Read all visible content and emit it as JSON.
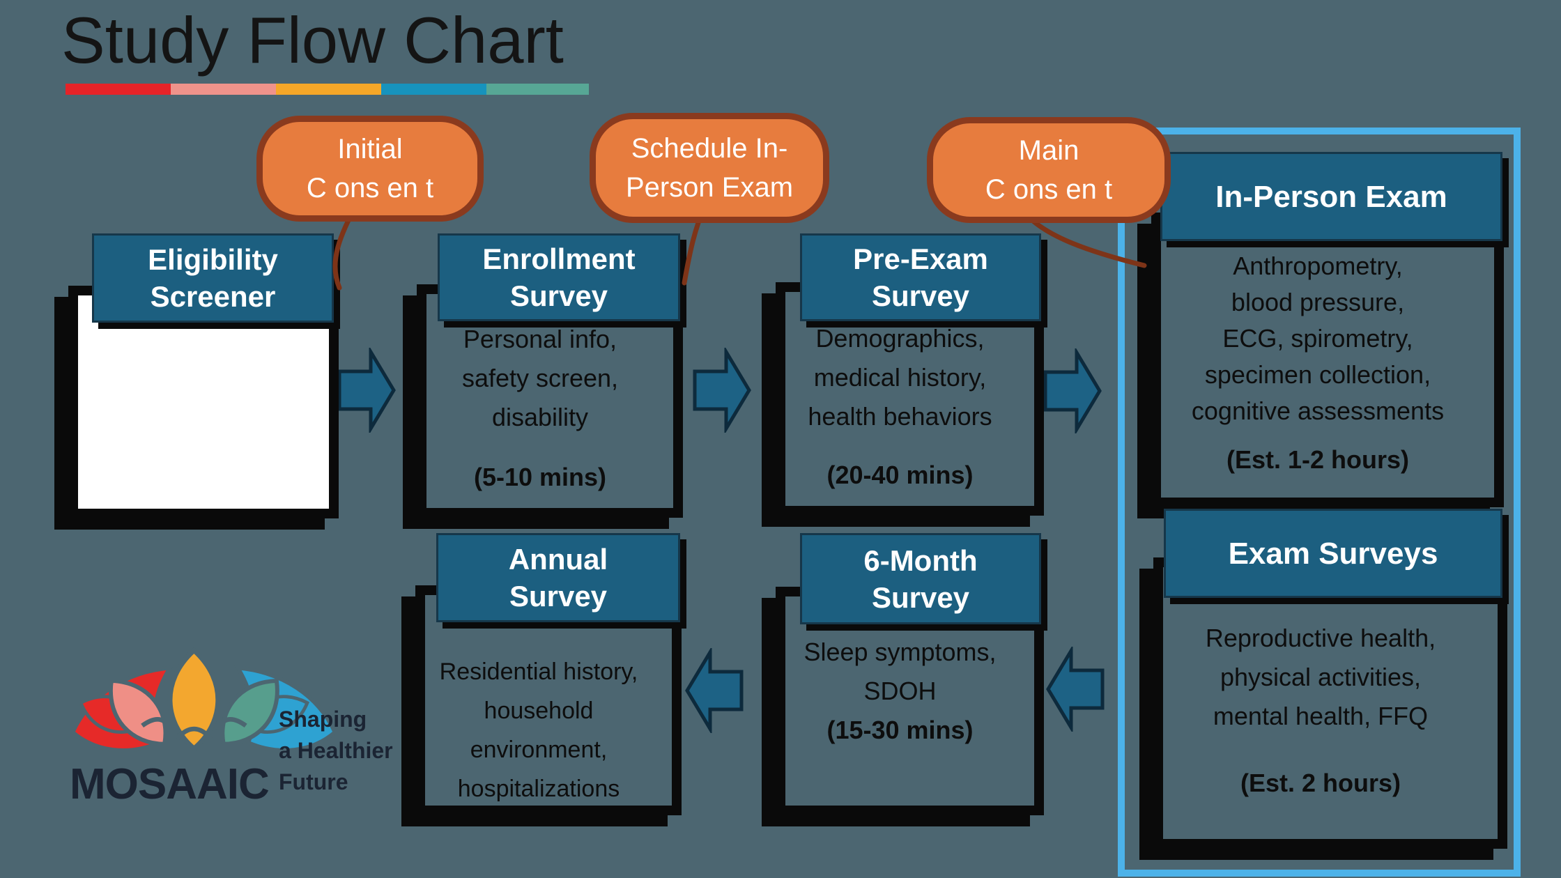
{
  "title": "Study Flow Chart",
  "title_bar_colors": [
    "#e62328",
    "#ef938b",
    "#f5a728",
    "#1793bd",
    "#57a795"
  ],
  "bubbles": {
    "initial": {
      "line1": "Initial",
      "line2": "C ons en t"
    },
    "schedule": {
      "line1": "Schedule  In-",
      "line2": "Person Exam"
    },
    "main": {
      "line1": "Main",
      "line2": "C ons en t"
    }
  },
  "boxes": {
    "eligibility": {
      "header_line1": "Eligibility",
      "header_line2": "Screener"
    },
    "enrollment": {
      "header_line1": "Enrollment",
      "header_line2": "Survey",
      "line1": "Personal info,",
      "line2": "safety screen,",
      "line3": "disability",
      "time": "(5-10 mins)"
    },
    "pre_exam": {
      "header_line1": "Pre-Exam",
      "header_line2": "Survey",
      "line1": "Demographics,",
      "line2": "medical history,",
      "line3": "health behaviors",
      "time": "(20-40 mins)"
    },
    "in_person": {
      "header": "In-Person Exam",
      "line1": "Anthropometry,",
      "line2": "blood pressure,",
      "line3": "ECG, spirometry,",
      "line4": "specimen collection,",
      "line5": "cognitive assessments",
      "time": "(Est. 1-2 hours)"
    },
    "annual": {
      "header_line1": "Annual",
      "header_line2": "Survey",
      "line1": "Residential history,",
      "line2": "household",
      "line3": "environment,",
      "line4": "hospitalizations"
    },
    "six_month": {
      "header_line1": "6-Month",
      "header_line2": "Survey",
      "line1": "Sleep symptoms,",
      "line2": "SDOH",
      "time": "(15-30 mins)"
    },
    "exam_surveys": {
      "header": "Exam Surveys",
      "line1": "Reproductive health,",
      "line2": "physical activities,",
      "line3": "mental health, FFQ",
      "time": "(Est. 2 hours)"
    }
  },
  "logo": {
    "wordmark": "MOSAAIC",
    "tagline_line1": "Shaping",
    "tagline_line2": "a Healthier",
    "tagline_line3": "Future"
  },
  "colors": {
    "background": "#4c6671",
    "header_blue": "#1c5f80",
    "header_border": "#16374a",
    "box_border": "#0a0a0a",
    "bubble_fill": "#e77c3e",
    "bubble_border": "#8a3a1e",
    "container_border": "#4cb2e9",
    "arrow_fill": "#1d6285",
    "eligibility_fill": "#ffffff",
    "tail_brown": "#7e3418"
  }
}
